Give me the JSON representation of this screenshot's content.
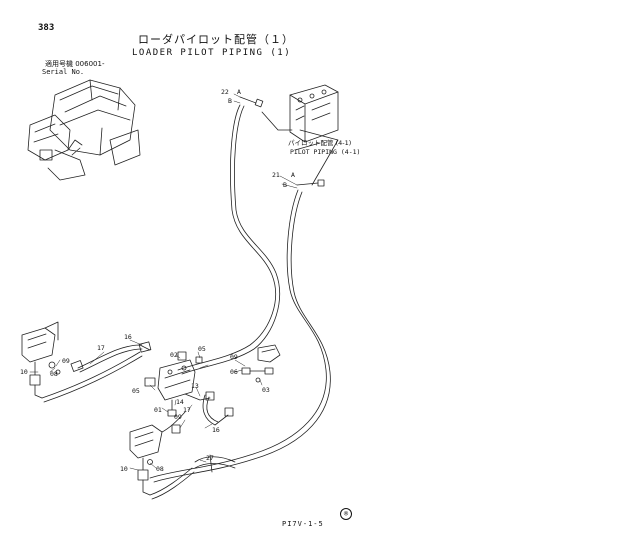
{
  "page": {
    "number": "383",
    "title_ja": "ローダパイロット配管（１）",
    "title_en": "LOADER PILOT PIPING (1)",
    "serial_ja": "適用号機 006001-",
    "serial_en": "Serial No.",
    "footer_code": "PI7V-1-5",
    "revision_mark": "®"
  },
  "callouts": {
    "pilot_piping_ja": "パイロット配管 (4-1)",
    "pilot_piping_en": "PILOT PIPING (4-1)"
  },
  "part_labels": {
    "p22": "22",
    "pA1": "A",
    "pB1": "B",
    "p21": "21",
    "pA2": "A",
    "pB2": "B",
    "p16a": "16",
    "p17a": "17",
    "p10a": "10",
    "p08a": "08",
    "p09a": "09",
    "p02": "02",
    "p05a": "05",
    "p05b": "05",
    "p09b": "09",
    "p06": "06",
    "p03": "03",
    "p13": "13",
    "p14": "14",
    "p01": "01",
    "p17b": "17",
    "p09c": "09",
    "p16b": "16",
    "p10b": "10",
    "p08b": "08",
    "p27": "27"
  }
}
